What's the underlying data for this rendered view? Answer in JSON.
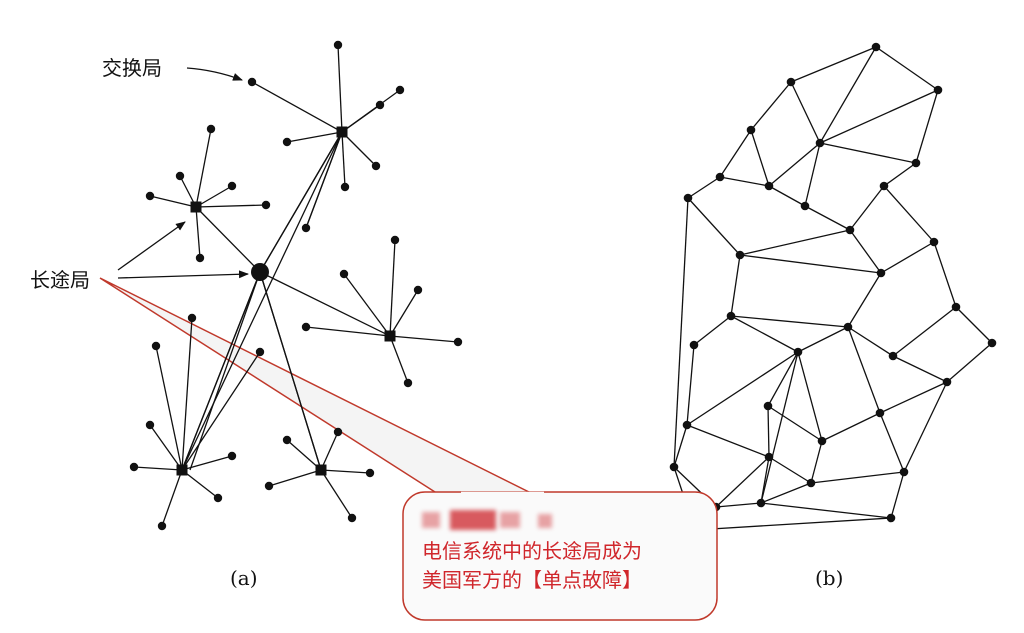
{
  "labels": {
    "exchange": "交换局",
    "toll": "长途局",
    "cap_a": "(a)",
    "cap_b": "(b)"
  },
  "callout": {
    "line1": "电信系统中的长途局成为",
    "line2": "美国军方的【单点故障】"
  },
  "colors": {
    "ink": "#111111",
    "callout_border": "#c0392b",
    "callout_text": "#d0262b",
    "callout_fill": "#fafafa"
  }
}
